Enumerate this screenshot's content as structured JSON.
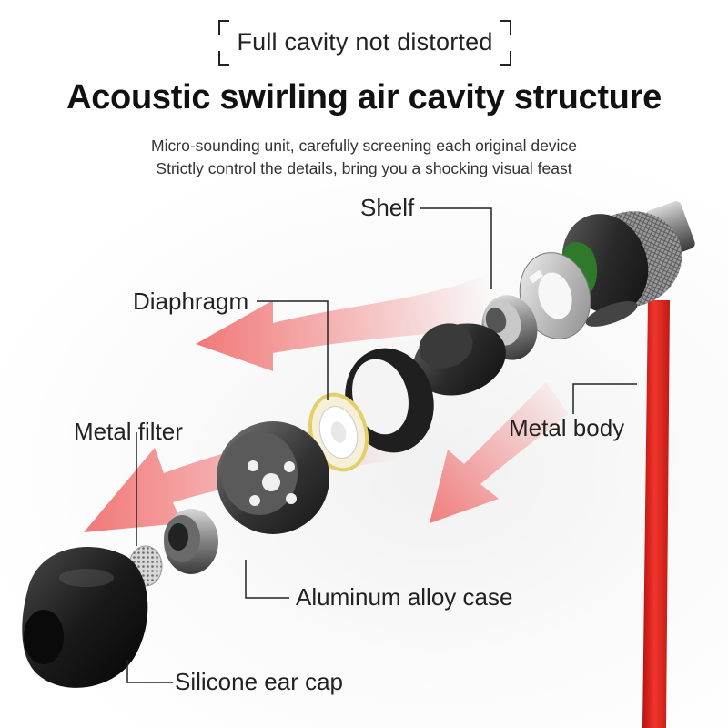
{
  "header": {
    "tag_text": "Full cavity not distorted",
    "title": "Acoustic swirling air cavity structure",
    "subtitle_line1": "Micro-sounding unit, carefully screening each original device",
    "subtitle_line2": "Strictly control the details, bring you a shocking visual feast"
  },
  "labels": {
    "shelf": "Shelf",
    "diaphragm": "Diaphragm",
    "metal_filter": "Metal filter",
    "metal_body": "Metal body",
    "aluminum_case": "Aluminum alloy case",
    "silicone_cap": "Silicone ear cap"
  },
  "colors": {
    "cable_red": "#e8241e",
    "arrow_red": "#f06060",
    "diaphragm_gold": "#e2cf6a",
    "shim_green": "#2f7a2a",
    "metal_dark": "#2a2a2a"
  }
}
